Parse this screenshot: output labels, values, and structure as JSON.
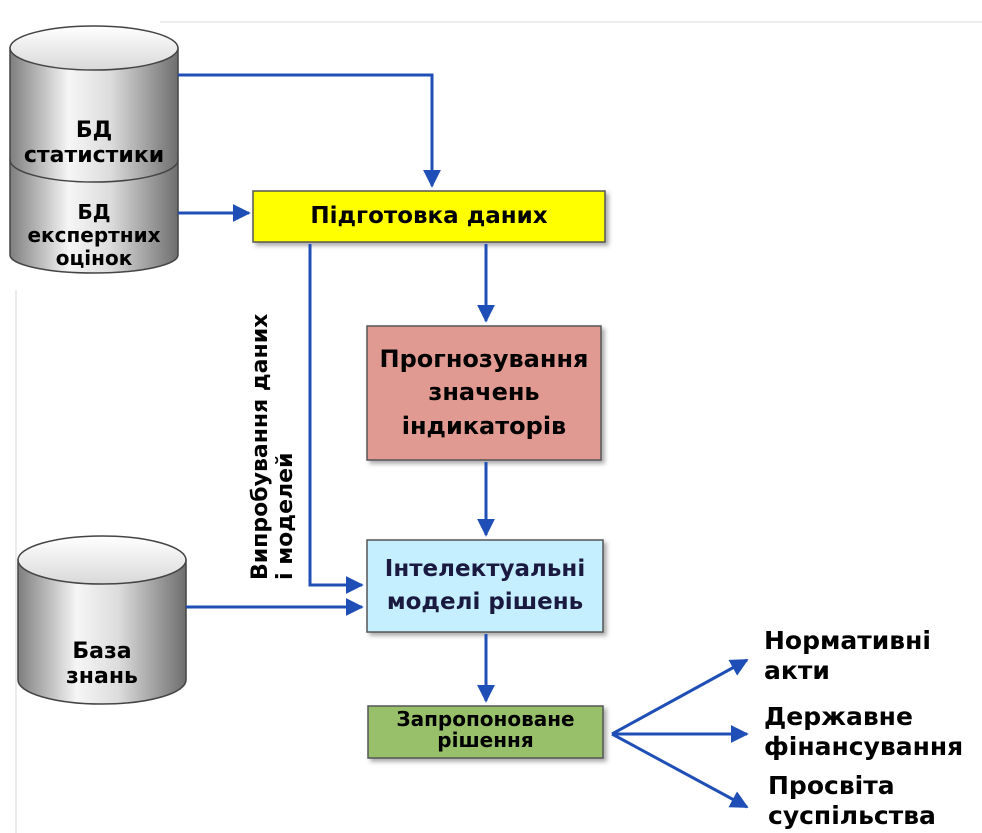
{
  "colors": {
    "arrow": "#1f4fb6",
    "db_fill_light": "#f4f4f4",
    "db_fill_dark": "#8c8c8c",
    "prep_fill": "#ffff00",
    "forecast_fill": "#e19a91",
    "models_fill": "#c5efff",
    "decision_fill": "#98c06a"
  },
  "nodes": {
    "db_stats": [
      "БД",
      "статистики"
    ],
    "db_experts": [
      "БД",
      "експертних",
      "оцінок"
    ],
    "data_prep": [
      "Підготовка даних"
    ],
    "forecast": [
      "Прогнозування",
      "значень",
      "індикаторів"
    ],
    "models": [
      "Інтелектуальні",
      "моделі рішень"
    ],
    "knowledge_base": [
      "База",
      "знань"
    ],
    "decision": [
      "Запропоноване",
      "рішення"
    ]
  },
  "edge_label": [
    "Випробування даних",
    "і моделей"
  ],
  "outputs": [
    [
      "Нормативні",
      "акти"
    ],
    [
      "Державне",
      "фінансування"
    ],
    [
      "Просвіта",
      "суспільства"
    ]
  ]
}
